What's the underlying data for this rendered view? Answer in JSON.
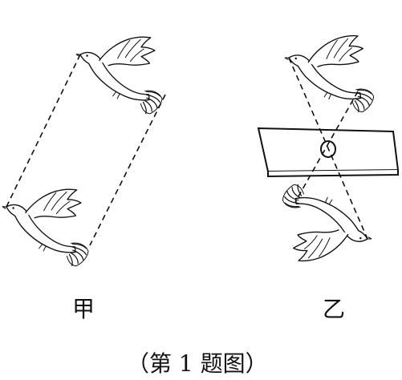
{
  "labels": {
    "left": "甲",
    "right": "乙",
    "caption": "（第 1 题图）"
  },
  "colors": {
    "ink": "#111111",
    "background": "#ffffff"
  }
}
